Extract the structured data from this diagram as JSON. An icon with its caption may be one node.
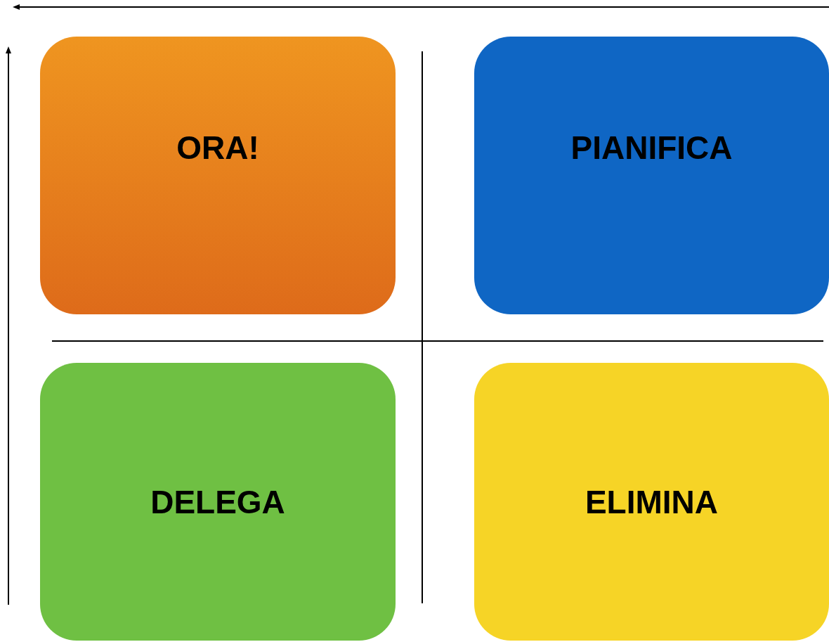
{
  "diagram": {
    "nodes": [
      {
        "text": [
          "ORA!"
        ]
      },
      {
        "text": [
          "PIANIFICA"
        ]
      },
      {
        "text": [
          "DELEGA"
        ]
      },
      {
        "text": [
          "ELIMINA"
        ]
      }
    ]
  }
}
